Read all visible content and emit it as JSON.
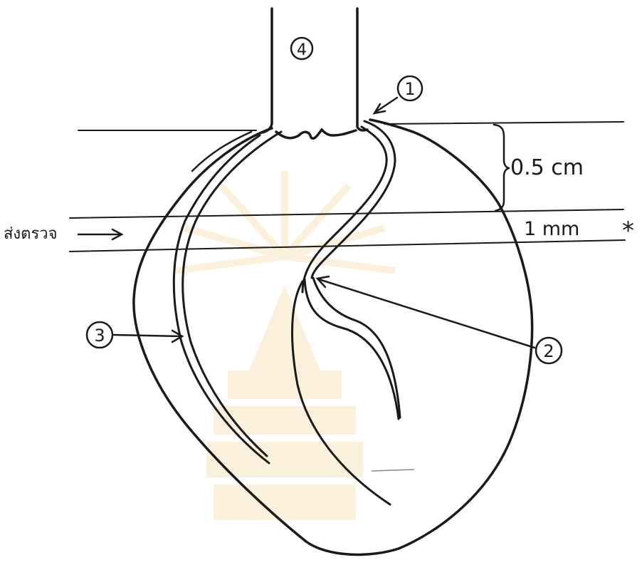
{
  "labels": {
    "marker_1": "1",
    "marker_2": "2",
    "marker_3": "3",
    "marker_4": "4",
    "thickness_label": "0.5 cm",
    "section_label": "1 mm",
    "section_asterisk": "*",
    "exam_label": "ส่งตรวจ"
  },
  "colors": {
    "ink": "#1a1a1a",
    "paper": "#ffffff",
    "watermark": "#f2d79a"
  },
  "icons": {
    "watermark": "university-emblem-watermark"
  }
}
